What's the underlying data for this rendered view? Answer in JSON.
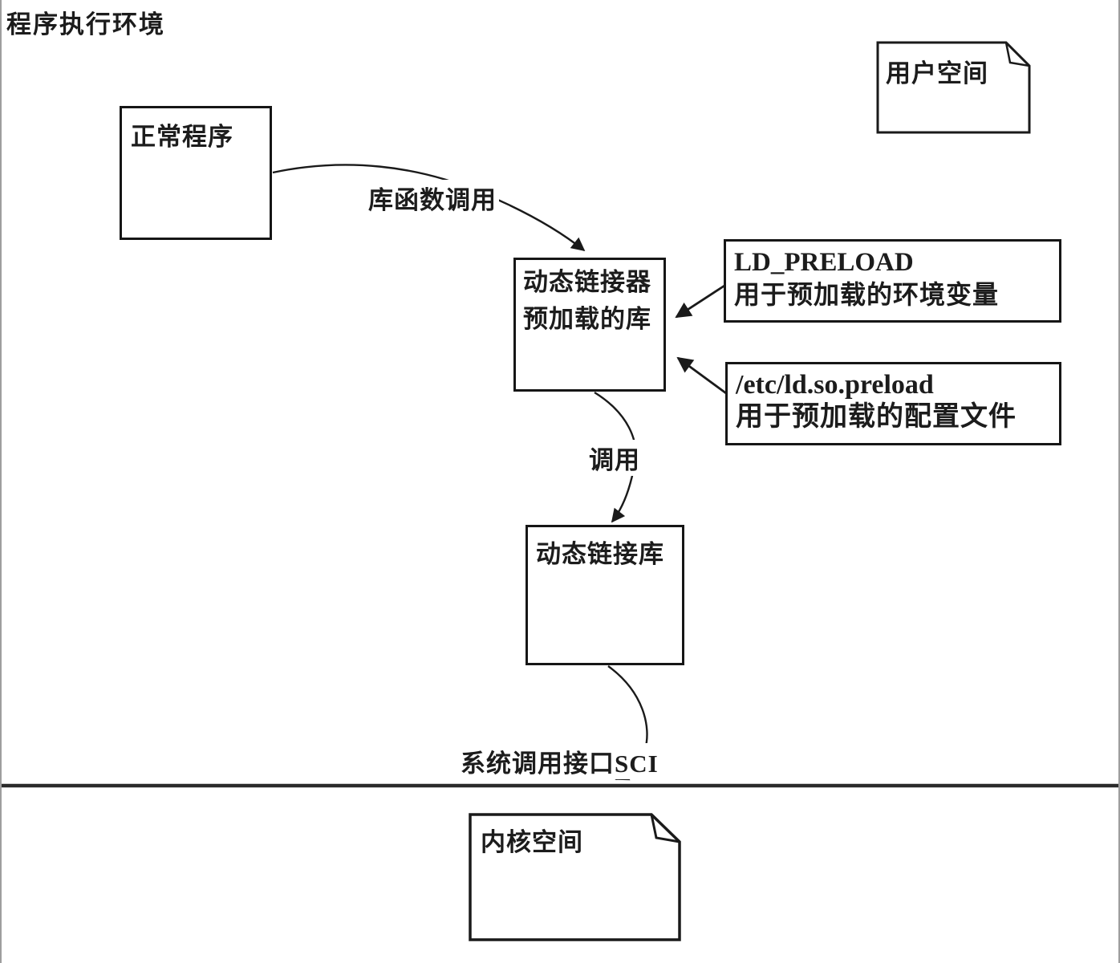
{
  "title": "程序执行环境",
  "nodes": {
    "normal_program": {
      "label": "正常程序"
    },
    "user_space": {
      "label": "用户空间"
    },
    "preloader": {
      "line1": "动态链接器",
      "line2": "预加载的库"
    },
    "ld_preload": {
      "name": "LD_PRELOAD",
      "desc": "用于预加载的环境变量"
    },
    "etc_ld_so_preload": {
      "name": "/etc/ld.so.preload",
      "desc": "用于预加载的配置文件"
    },
    "dynamic_lib": {
      "label": "动态链接库"
    },
    "kernel_space": {
      "label": "内核空间"
    }
  },
  "edges": {
    "library_call": {
      "label": "库函数调用"
    },
    "call": {
      "label": "调用"
    },
    "syscall_interface": {
      "label": "系统调用接口SCI"
    }
  },
  "colors": {
    "stroke": "#1a1a1a",
    "page_border": "#9e9e9e",
    "background": "#ffffff"
  }
}
